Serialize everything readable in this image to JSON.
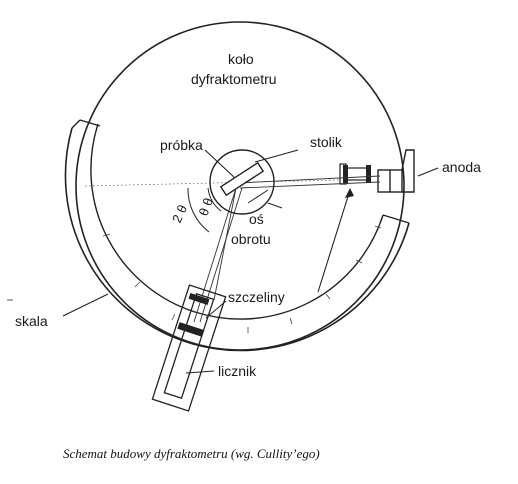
{
  "labels": {
    "circle": "koło",
    "circle2": "dyfraktometru",
    "sample": "próbka",
    "stage": "stolik",
    "anode": "anoda",
    "axis1": "oś",
    "axis2": "obrotu",
    "angle_theta": "θ θ",
    "angle_2theta": "2 θ",
    "slits": "szczeliny",
    "scale": "skala",
    "counter": "licznik"
  },
  "caption": "Schemat budowy dyfraktometru (wg. Cullity’ego)"
}
